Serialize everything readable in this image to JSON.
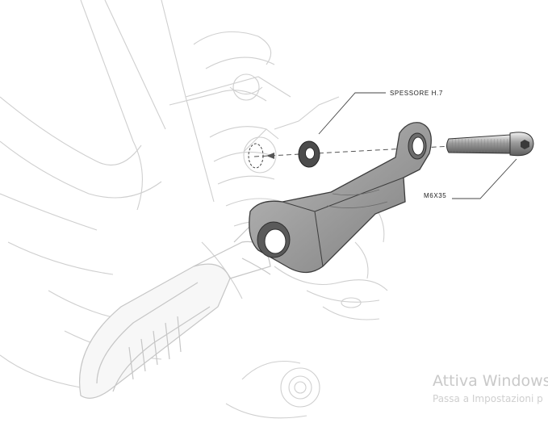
{
  "callouts": {
    "spacer": "SPESSORE H.7",
    "bolt": "M6X35"
  },
  "watermark": {
    "title": "Attiva Windows",
    "subtitle": "Passa a Impostazioni p"
  },
  "colors": {
    "outline": "#cfcfcf",
    "part_dark": "#555555",
    "part_mid": "#8a8a8a",
    "bracket": "#a4a4a4",
    "leader": "#444444"
  }
}
